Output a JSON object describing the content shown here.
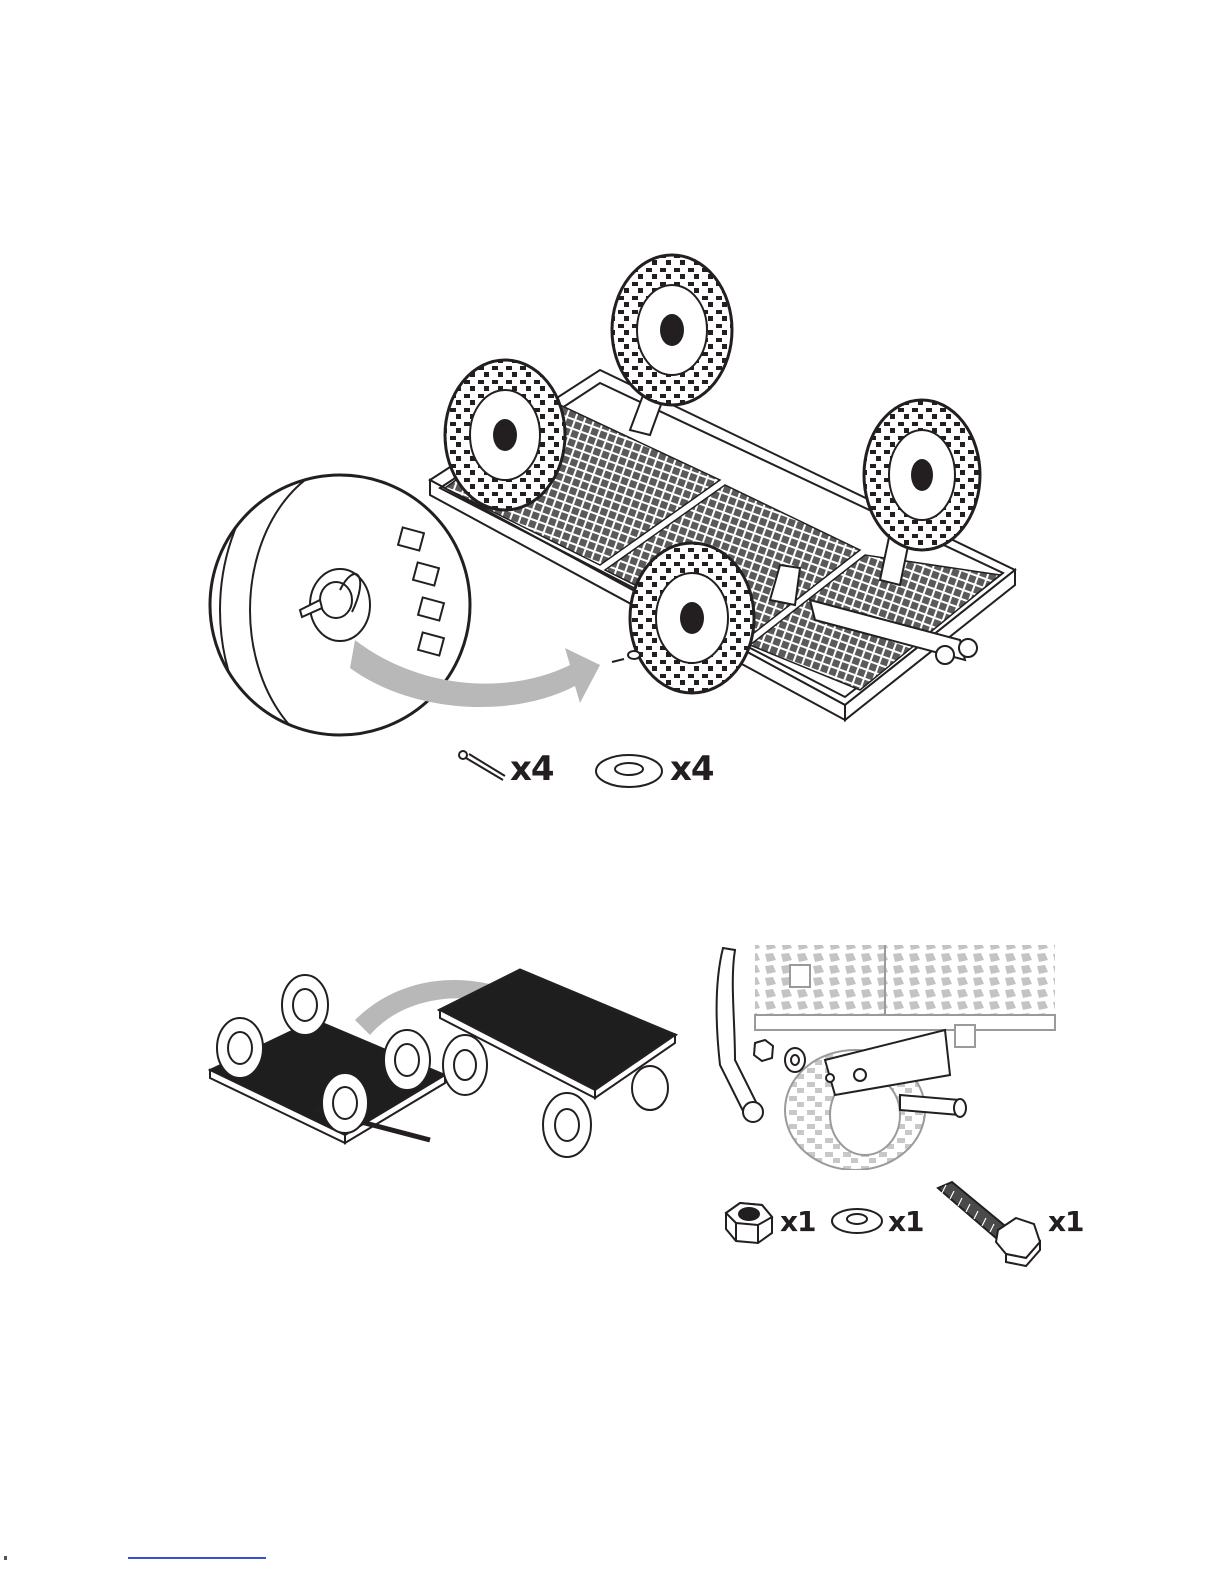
{
  "step1": {
    "parts": [
      {
        "name": "cotter-pin",
        "quantity": "x4"
      },
      {
        "name": "flat-washer",
        "quantity": "x4"
      }
    ]
  },
  "step2": {
    "parts": [
      {
        "name": "lock-nut",
        "quantity": "x1"
      },
      {
        "name": "flat-washer",
        "quantity": "x1"
      },
      {
        "name": "hex-bolt",
        "quantity": "x1"
      }
    ]
  },
  "colors": {
    "ink": "#231f20",
    "arrow": "#b8b8b8",
    "deck": "#1e1e1e",
    "link": "#3b4fd6"
  }
}
